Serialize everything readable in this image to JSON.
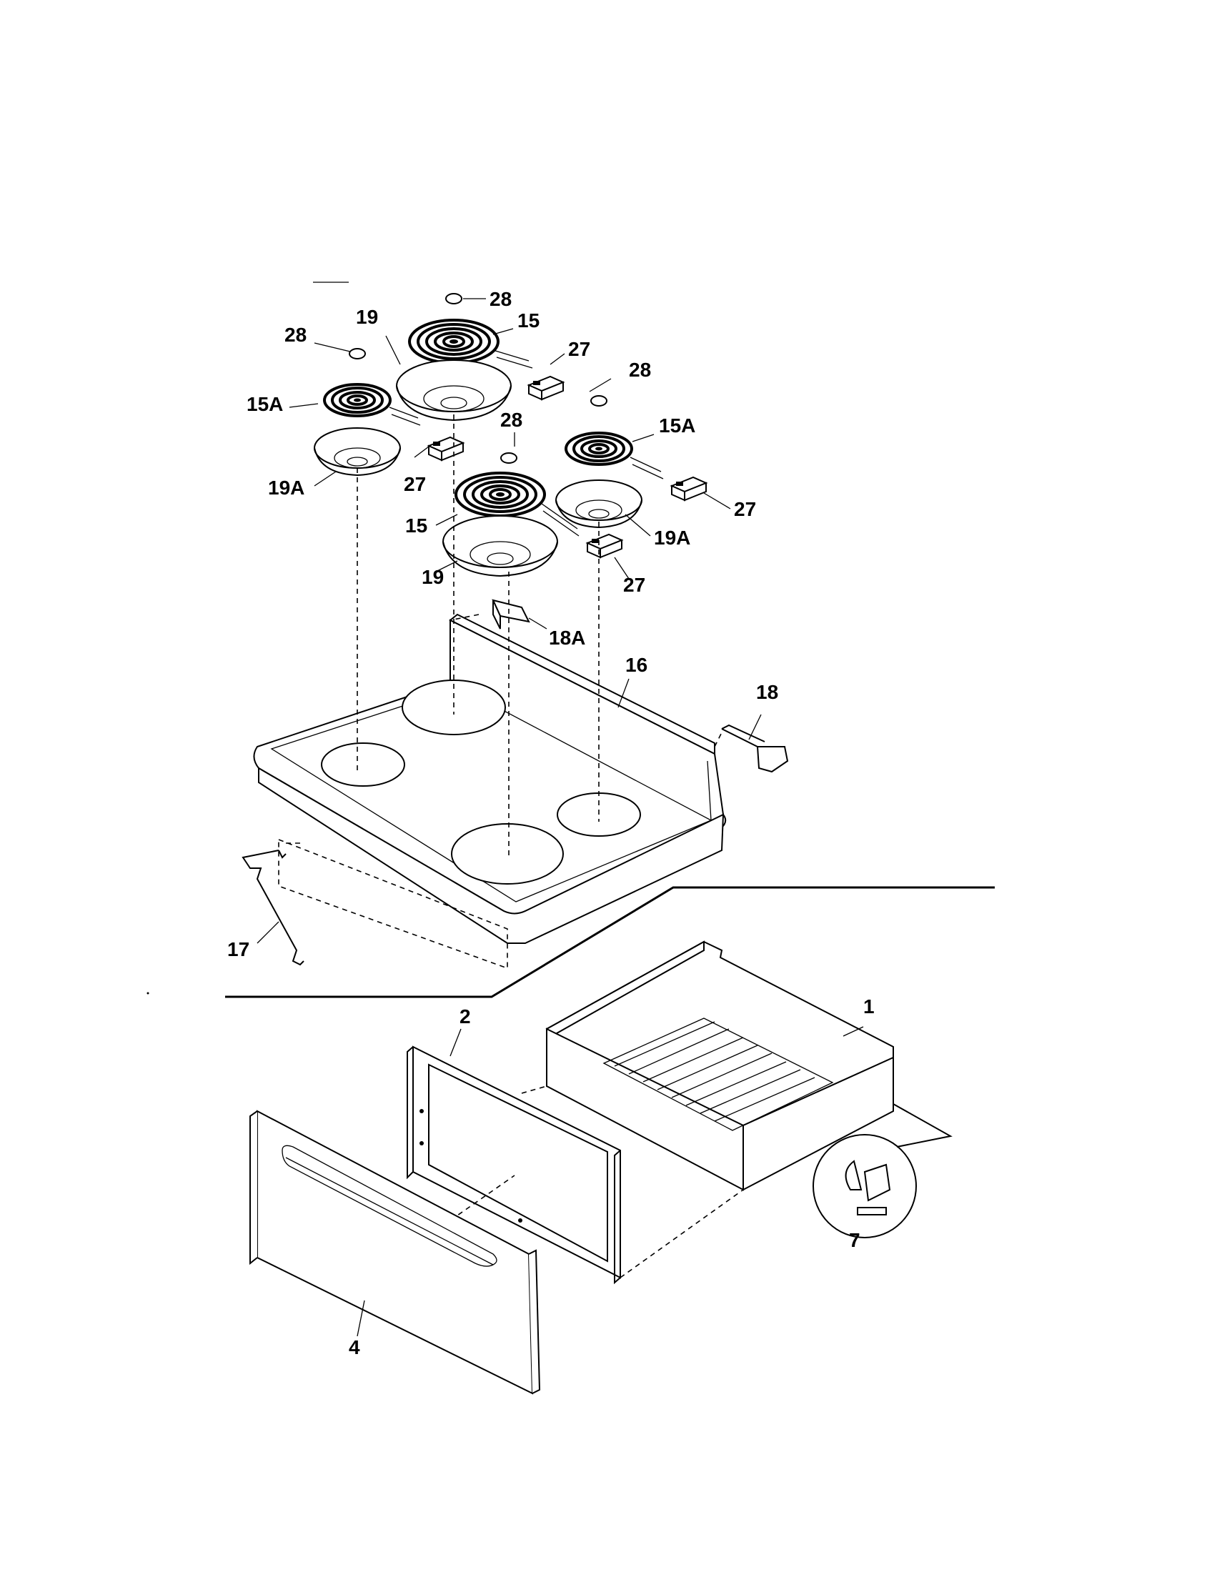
{
  "diagram": {
    "callouts": {
      "c28_top": "28",
      "c15_rear": "15",
      "c19_rear": "19",
      "c28_left": "28",
      "c27_rear": "27",
      "c15A_left": "15A",
      "c28_right": "28",
      "c15A_right": "15A",
      "c28_center": "28",
      "c19A_left": "19A",
      "c27_left": "27",
      "c27_right": "27",
      "c15_front": "15",
      "c19A_right": "19A",
      "c19_front": "19",
      "c27_front": "27",
      "c18A": "18A",
      "c16": "16",
      "c18": "18",
      "c17": "17",
      "c2": "2",
      "c1": "1",
      "c7": "7",
      "c4": "4"
    },
    "parts": [
      "surface-element-large-rear",
      "surface-element-small-left",
      "surface-element-small-right",
      "surface-element-large-front",
      "drip-bowl-large-rear",
      "drip-bowl-small-left",
      "drip-bowl-small-right",
      "drip-bowl-large-front",
      "receptacle-block",
      "bowl-plug",
      "cooktop",
      "hinge-bracket-18",
      "hinge-bracket-18A",
      "support-rod-17",
      "drawer-body-1",
      "drawer-frame-2",
      "drawer-panel-4",
      "drawer-glide-7"
    ]
  }
}
